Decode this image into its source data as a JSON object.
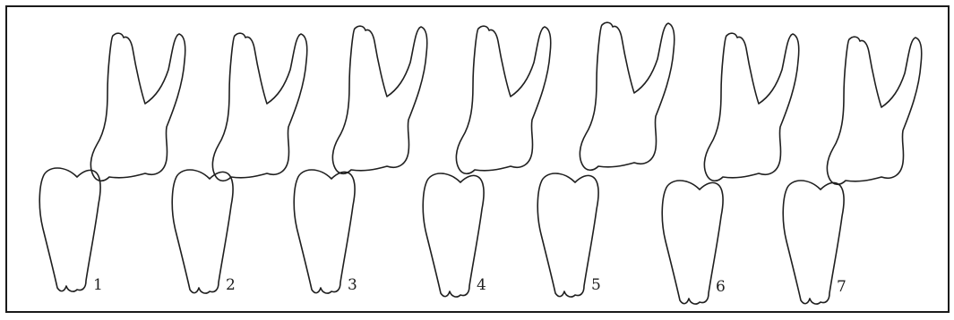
{
  "figure": {
    "stroke_color": "#1f1f1f",
    "background": "#ffffff",
    "pairs": [
      {
        "label": "1"
      },
      {
        "label": "2"
      },
      {
        "label": "3"
      },
      {
        "label": "4"
      },
      {
        "label": "5"
      },
      {
        "label": "6"
      },
      {
        "label": "7"
      }
    ]
  }
}
